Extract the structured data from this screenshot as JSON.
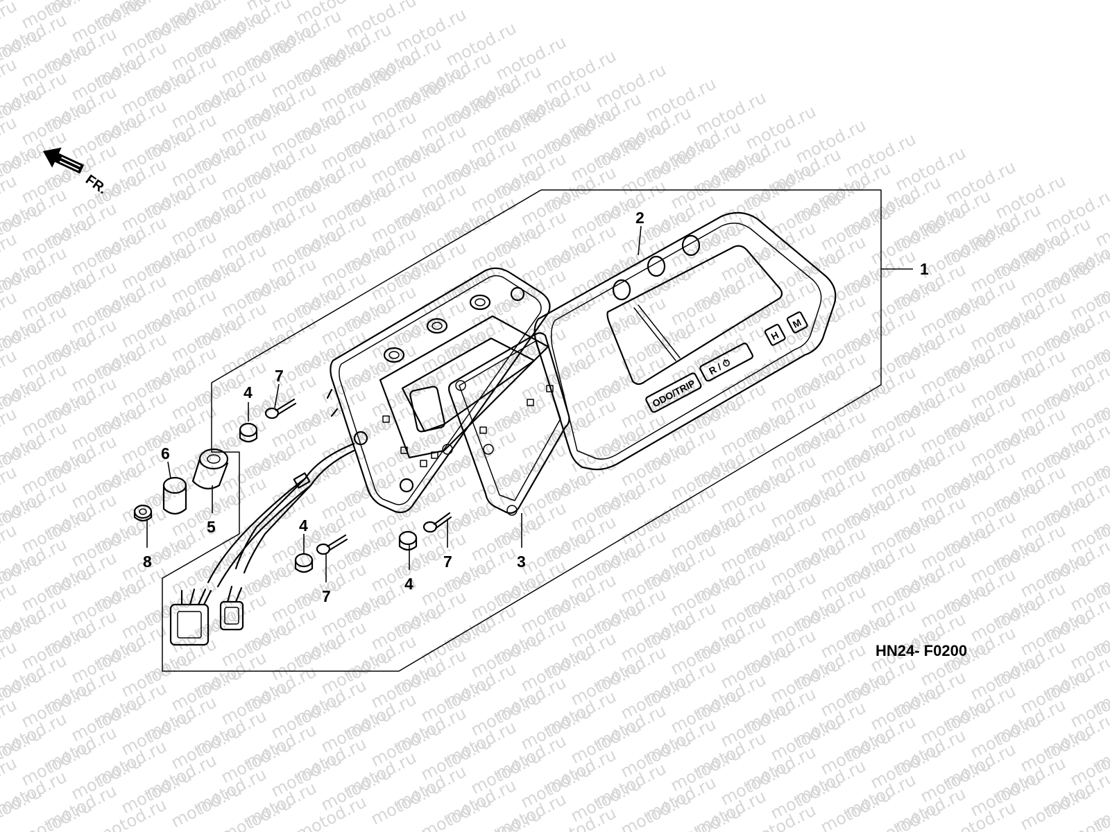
{
  "watermark": {
    "text": "motod.ru",
    "color": "#d6d6d6"
  },
  "direction_marker": {
    "text": "FR.",
    "icon": "front-direction-arrow-icon"
  },
  "diagram_code": "HN24- F0200",
  "meter_buttons": {
    "odo_trip": "ODO/TRIP",
    "clock_set": "H",
    "mode": "M",
    "reset": "R / ⏱"
  },
  "callouts": [
    {
      "id": "c1",
      "label": "1",
      "part": "meter-assembly"
    },
    {
      "id": "c2",
      "label": "2",
      "part": "meter-case-cover"
    },
    {
      "id": "c3",
      "label": "3",
      "part": "meter-gasket"
    },
    {
      "id": "c4a",
      "label": "4",
      "part": "rubber-grommet"
    },
    {
      "id": "c4b",
      "label": "4",
      "part": "rubber-grommet"
    },
    {
      "id": "c4c",
      "label": "4",
      "part": "rubber-grommet"
    },
    {
      "id": "c5",
      "label": "5",
      "part": "mount-rubber"
    },
    {
      "id": "c6",
      "label": "6",
      "part": "collar"
    },
    {
      "id": "c7a",
      "label": "7",
      "part": "screw"
    },
    {
      "id": "c7b",
      "label": "7",
      "part": "screw"
    },
    {
      "id": "c7c",
      "label": "7",
      "part": "screw"
    },
    {
      "id": "c8",
      "label": "8",
      "part": "nut"
    }
  ]
}
